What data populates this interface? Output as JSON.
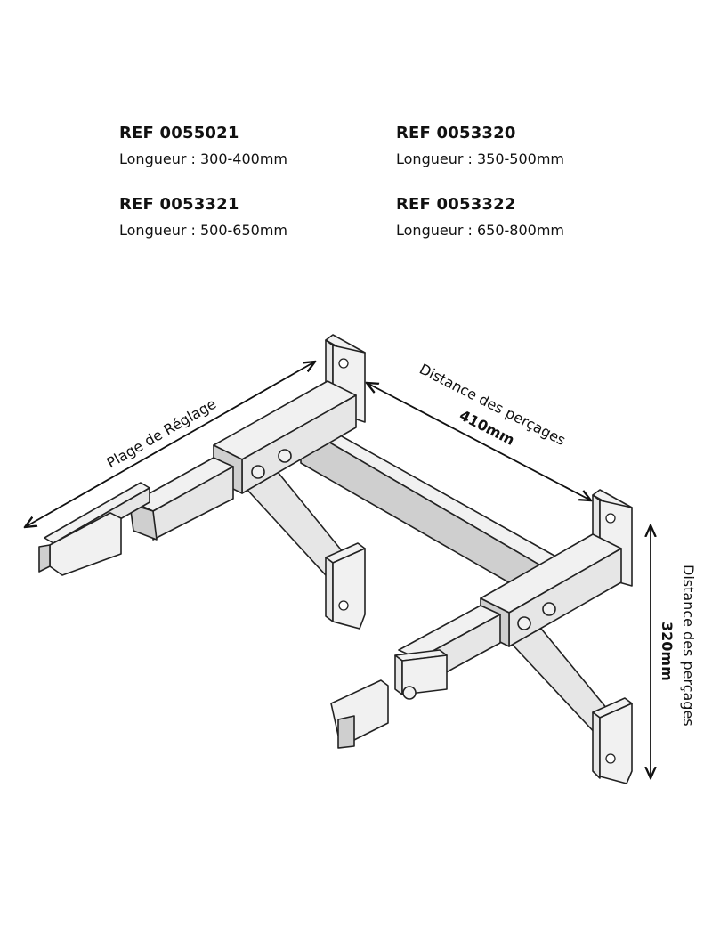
{
  "references": [
    {
      "ref": "REF 0055021",
      "length": "Longueur : 300-400mm"
    },
    {
      "ref": "REF 0053320",
      "length": "Longueur : 350-500mm"
    },
    {
      "ref": "REF 0053321",
      "length": "Longueur : 500-650mm"
    },
    {
      "ref": "REF 0053322",
      "length": "Longueur : 650-800mm"
    }
  ],
  "dimensions": {
    "adjustment_label": "Plage de Réglage",
    "horizontal_label": "Distance des perçages",
    "horizontal_value": "410mm",
    "vertical_label": "Distance des perçages",
    "vertical_value": "320mm"
  }
}
